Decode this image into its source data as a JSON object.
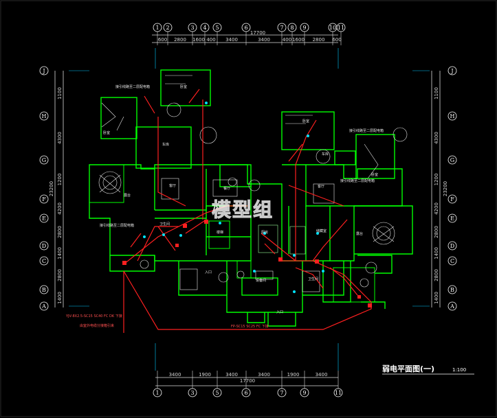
{
  "drawing": {
    "title": "弱电平面图(一)",
    "scale": "1:100",
    "watermark": "模型组"
  },
  "top_axes": [
    "1",
    "2",
    "3",
    "4",
    "5",
    "6",
    "7",
    "8",
    "9",
    "10",
    "11"
  ],
  "top_total": "17700",
  "top_dims": [
    "600",
    "2800",
    "1600",
    "400",
    "3400",
    "3400",
    "400",
    "1600",
    "2800",
    "600"
  ],
  "bottom_axes": [
    "1",
    "3",
    "5",
    "6",
    "7",
    "9",
    "11"
  ],
  "bottom_total": "17700",
  "bottom_dims": [
    "3400",
    "1900",
    "3400",
    "3400",
    "1900",
    "3400"
  ],
  "left_axes": [
    "J",
    "H",
    "G",
    "F",
    "E",
    "D",
    "C",
    "B",
    "A"
  ],
  "right_axes": [
    "J",
    "H",
    "G",
    "F",
    "E",
    "D",
    "C",
    "B",
    "A"
  ],
  "left_dims": [
    "1100",
    "4300",
    "1200",
    "4200",
    "2800",
    "1400",
    "2800",
    "1400"
  ],
  "left_total": "23200",
  "right_dims": [
    "1100",
    "4300",
    "1200",
    "4200",
    "2800",
    "1400",
    "2800",
    "1400"
  ],
  "right_total": "23200",
  "notes": {
    "left_red_1": "YJV-8X2.5-SC15 SC40 FC DK 下接",
    "left_red_2": "由室外电缆分接箱引来",
    "bottom_red": "FP-SC15 SC25 FC 下接",
    "callout_1": "接引线路至二层配电箱",
    "callout_2": "接引线路至二层配电箱",
    "callout_3": "接引线路至二层配电箱",
    "callout_4": "接引线路至二层配电箱"
  },
  "rooms": {
    "r1": "客厅",
    "r2": "客厅",
    "r3": "餐厅",
    "r4": "卫生间",
    "r5": "楼梯",
    "r6": "厨房",
    "r7": "车库",
    "r8": "车库",
    "r9": "卧室",
    "r10": "卧室",
    "r11": "入口",
    "r12": "入口",
    "r13": "设备间",
    "r14": "露台",
    "r15": "露台",
    "r16": "储藏室",
    "r17": "卧室",
    "r18": "卧室",
    "r19": "卫生间"
  },
  "colors": {
    "background": "#000000",
    "walls": "#00ff00",
    "wiring": "#ff2020",
    "dimension": "#e0e0e0",
    "furniture": "#ffffff",
    "grid": "#00ffff"
  }
}
